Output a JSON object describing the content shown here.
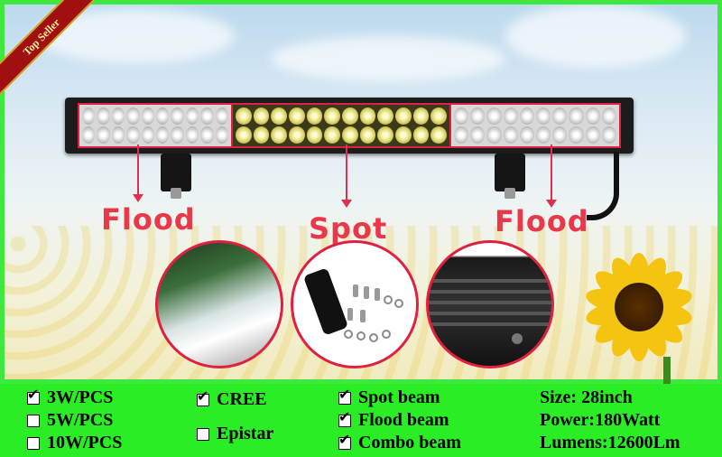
{
  "ribbon": {
    "text": "Top Seller"
  },
  "beam_labels": {
    "left": "Flood",
    "center": "Spot",
    "right": "Flood"
  },
  "images": {
    "left": "road-illumination-photo",
    "center": "mounting-hardware-photo",
    "right": "heatsink-closeup-photo",
    "decoration": "sunflower"
  },
  "specs": {
    "power_options": [
      {
        "label": "3W/PCS",
        "checked": true
      },
      {
        "label": "5W/PCS",
        "checked": false
      },
      {
        "label": "10W/PCS",
        "checked": false
      }
    ],
    "chip_options": [
      {
        "label": "CREE",
        "checked": true
      },
      {
        "label": "Epistar",
        "checked": false
      }
    ],
    "beam_options": [
      {
        "label": "Spot beam",
        "checked": true
      },
      {
        "label": "Flood beam",
        "checked": true
      },
      {
        "label": "Combo beam",
        "checked": true
      }
    ],
    "details": [
      "Size: 28inch",
      "Power:180Watt",
      "Lumens:12600Lm"
    ]
  },
  "colors": {
    "banner": "#2aed25",
    "frame": "#3ee83e",
    "highlight": "#e02040",
    "label": "#e8384a"
  }
}
